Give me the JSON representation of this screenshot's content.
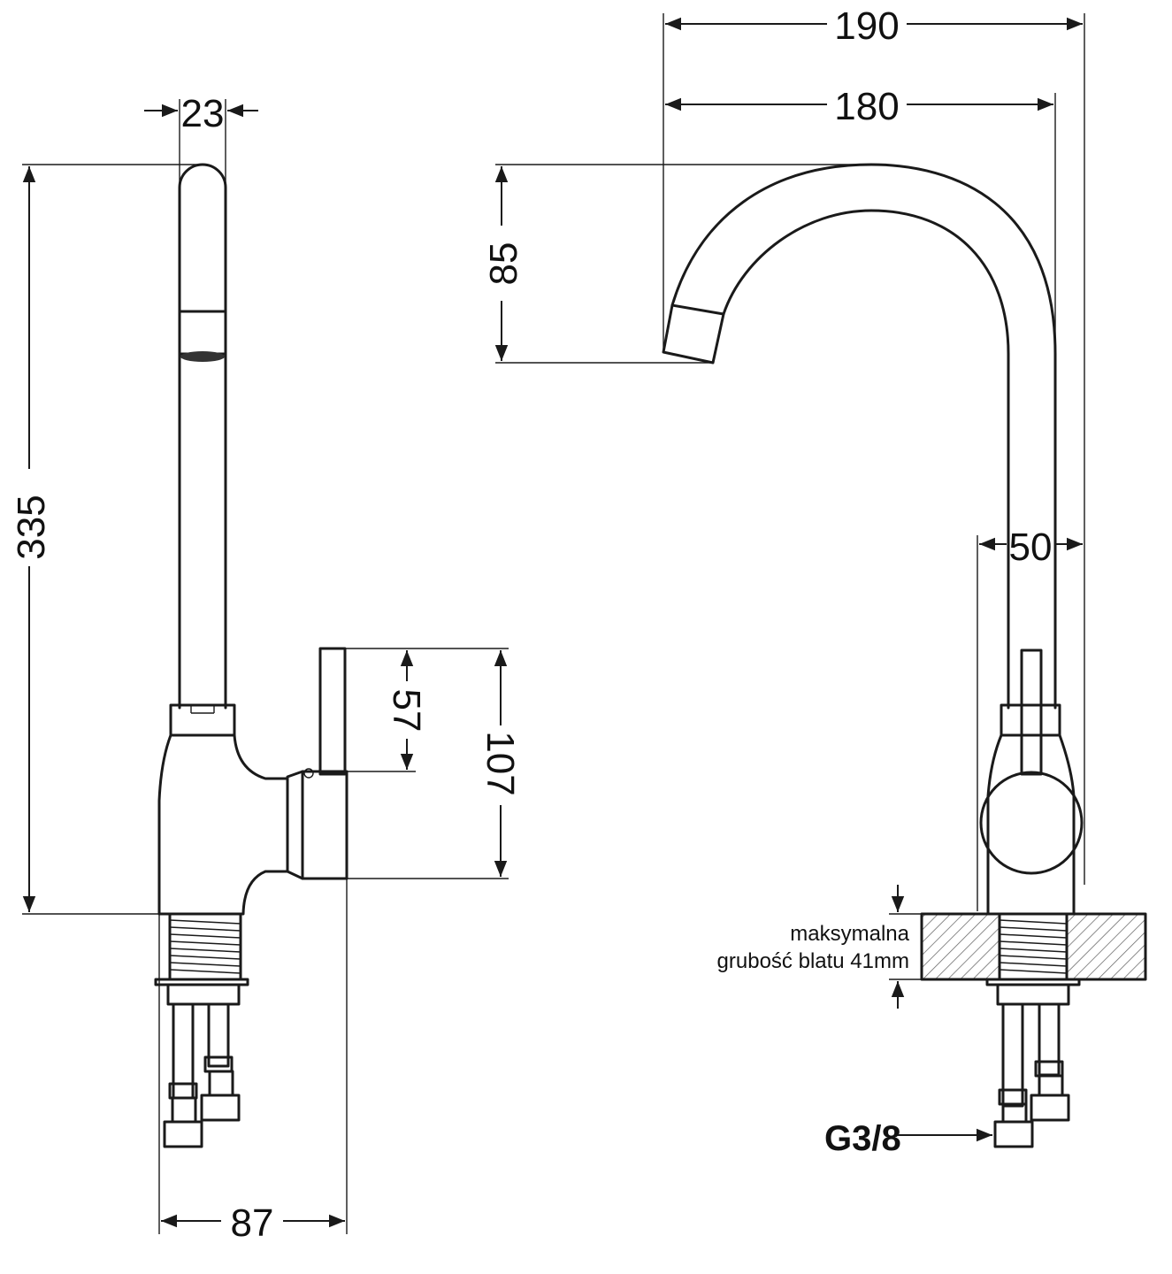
{
  "dimensions": {
    "top_width": "23",
    "total_height": "335",
    "base_depth": "87",
    "lever_upper": "57",
    "lever_height": "107",
    "spout_width_outer": "190",
    "spout_width_inner": "180",
    "spout_drop": "85",
    "body_width": "50"
  },
  "notes": {
    "countertop_line1": "maksymalna",
    "countertop_line2": "grubość blatu 41mm",
    "connection": "G3/8"
  },
  "colors": {
    "line": "#1a1a1a",
    "background": "#ffffff"
  }
}
